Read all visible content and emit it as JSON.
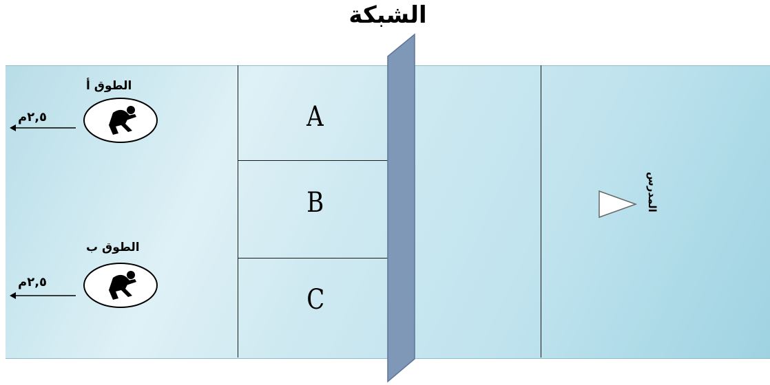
{
  "title": "الشبكة",
  "zones": [
    "A",
    "B",
    "C"
  ],
  "rings": [
    {
      "label": "الطوق أ",
      "distance": "٢,٥م"
    },
    {
      "label": "الطوق ب",
      "distance": "٢,٥م"
    }
  ],
  "coach": {
    "label": "المدرس"
  },
  "colors": {
    "court": "#cfe9f1",
    "net": "#7f98b8",
    "lines": "#1a1a1a"
  }
}
